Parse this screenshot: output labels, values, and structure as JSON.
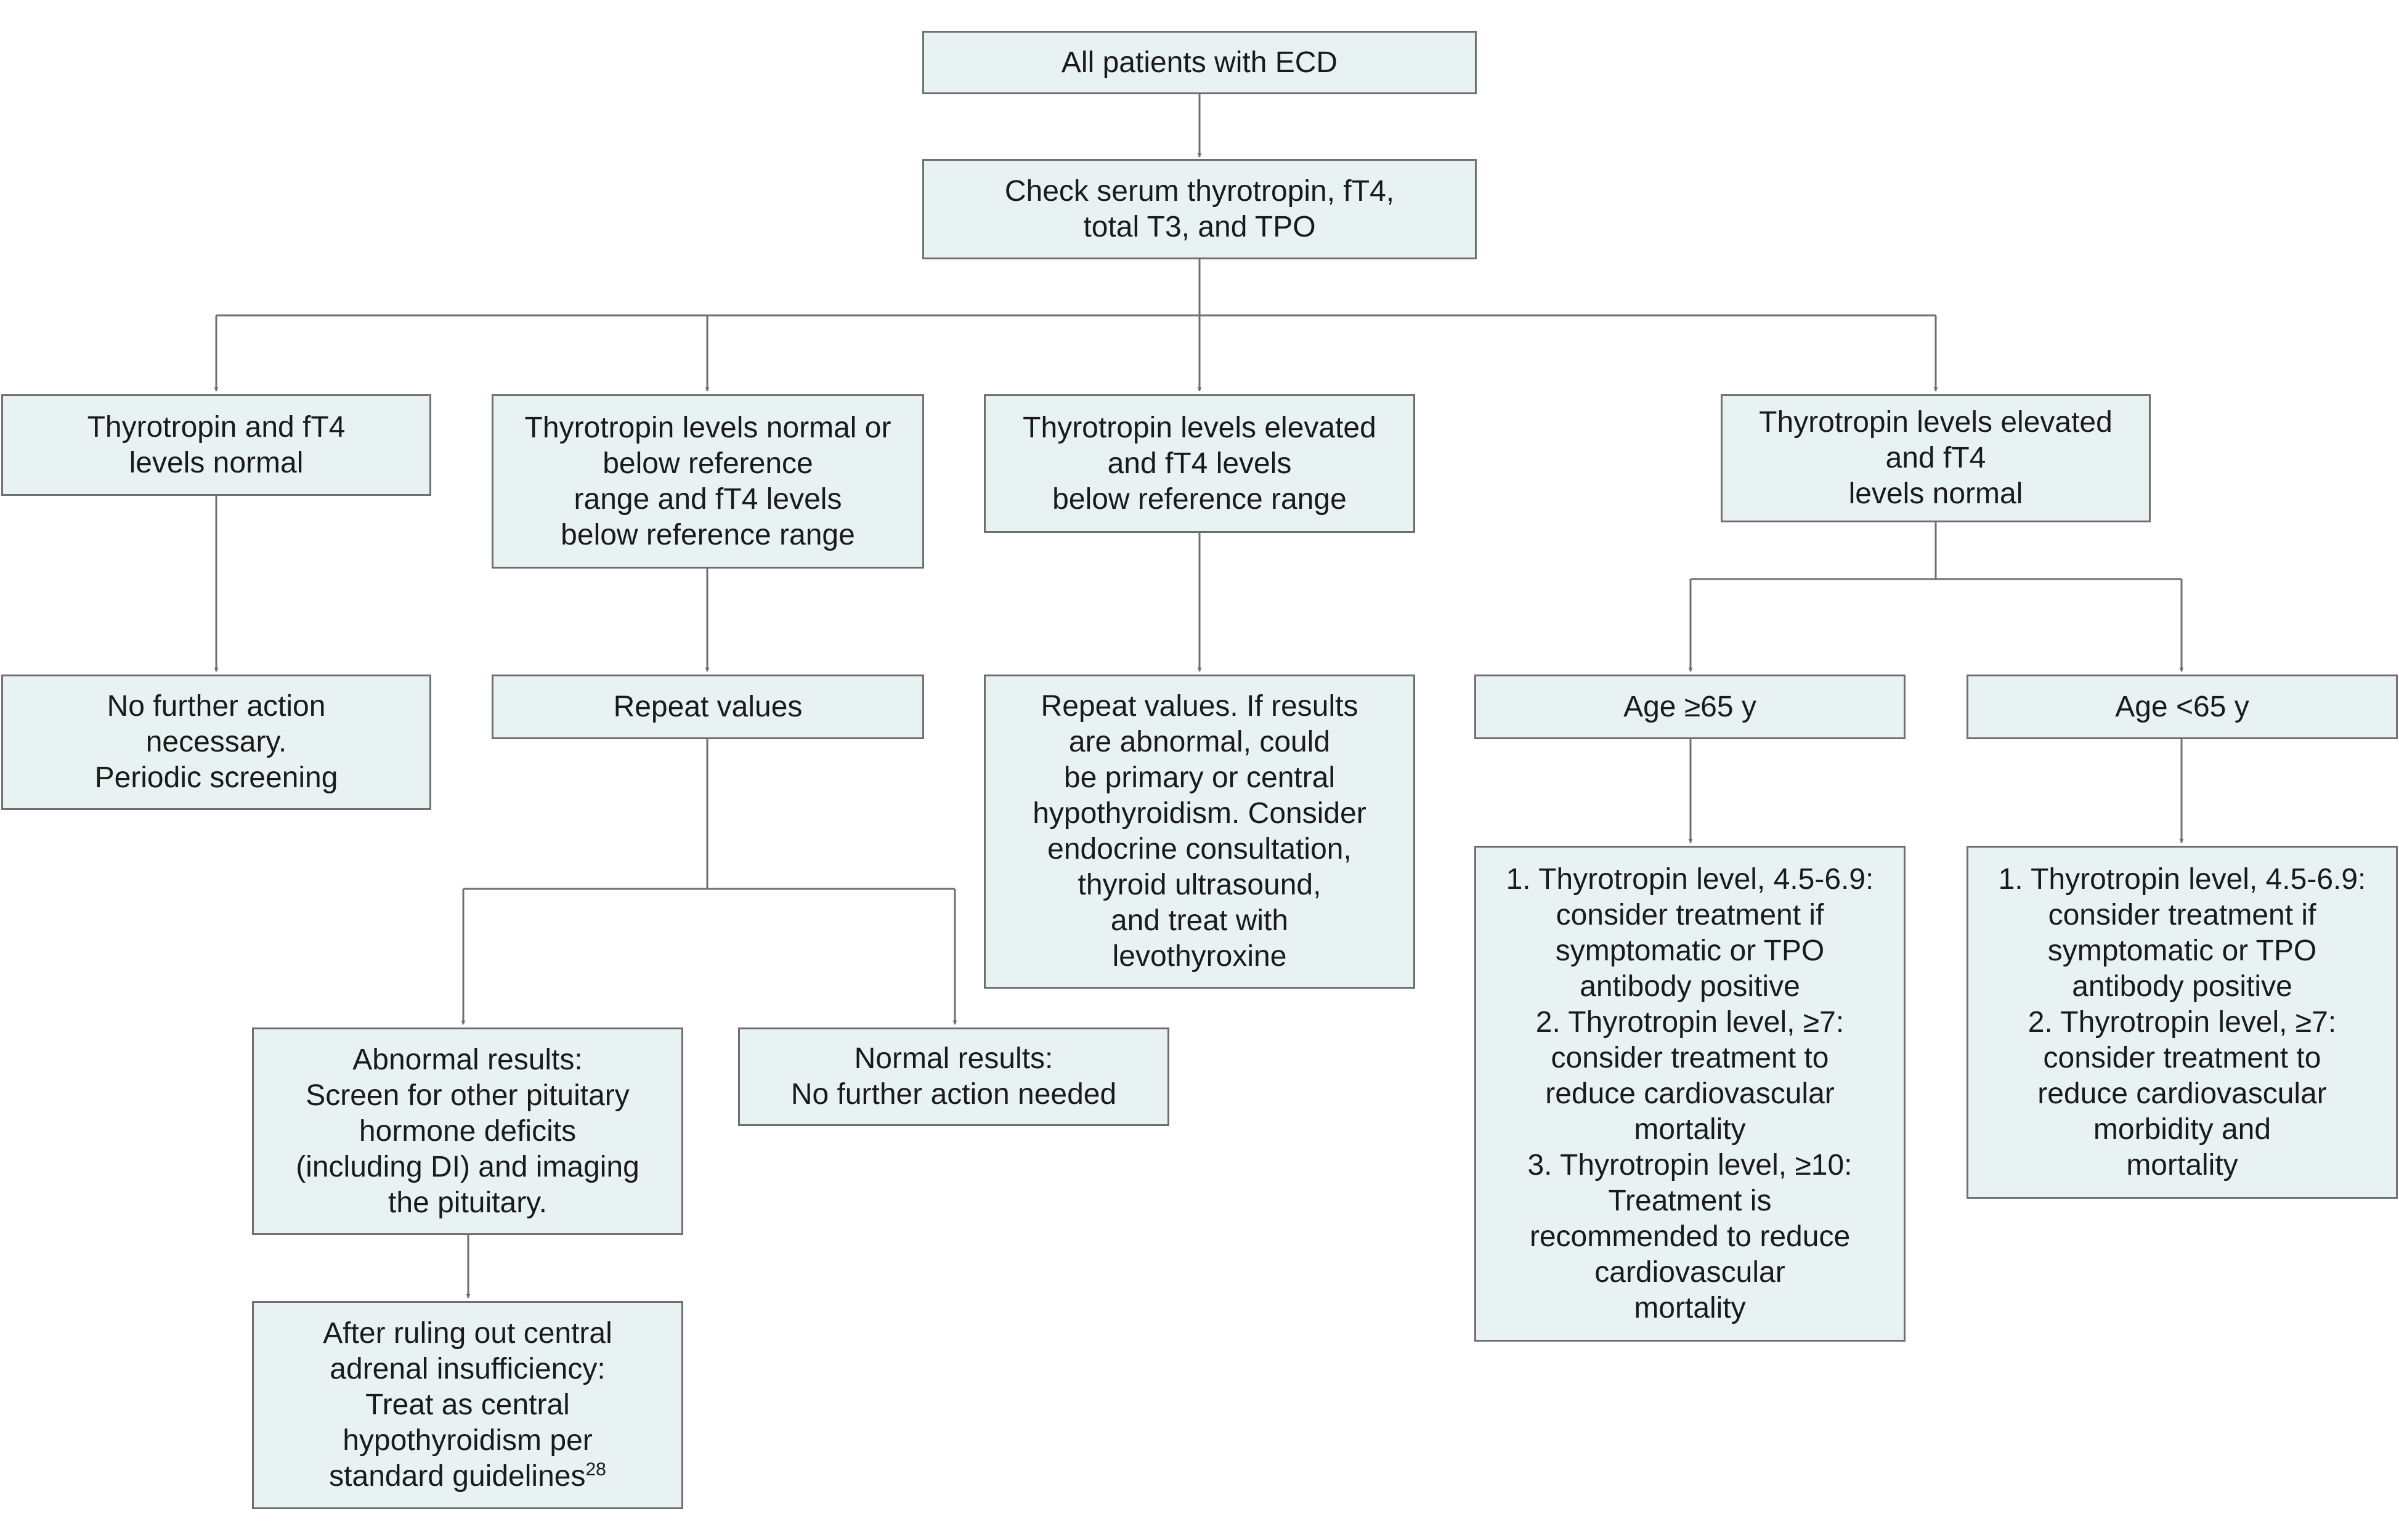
{
  "nodes": {
    "all_patients": {
      "lines": [
        "All patients with ECD"
      ]
    },
    "check_serum": {
      "lines": [
        "Check serum thyrotropin, fT4,",
        "total T3, and TPO"
      ]
    },
    "branch1": {
      "lines": [
        "Thyrotropin and fT4",
        "levels normal"
      ]
    },
    "branch2": {
      "lines": [
        "Thyrotropin levels normal or",
        "below reference",
        "range and fT4 levels",
        "below reference range"
      ]
    },
    "branch3": {
      "lines": [
        "Thyrotropin levels elevated",
        "and fT4 levels",
        "below reference range"
      ]
    },
    "branch4": {
      "lines": [
        "Thyrotropin levels elevated",
        "and fT4",
        "levels normal"
      ]
    },
    "no_further": {
      "lines": [
        "No further action",
        "necessary.",
        "Periodic screening"
      ]
    },
    "repeat_values": {
      "lines": [
        "Repeat values"
      ]
    },
    "repeat_abnormal": {
      "lines": [
        "Repeat values. If results",
        "are abnormal, could",
        "be primary or central",
        "hypothyroidism. Consider",
        "endocrine consultation,",
        "thyroid ultrasound,",
        "and treat with",
        "levothyroxine"
      ]
    },
    "age_65_plus": {
      "lines": [
        "Age ≥65 y"
      ]
    },
    "age_under_65": {
      "lines": [
        "Age <65 y"
      ]
    },
    "abnormal_results": {
      "lines": [
        "Abnormal results:",
        "Screen for other pituitary",
        "hormone deficits",
        "(including DI) and imaging",
        "the pituitary."
      ]
    },
    "normal_results": {
      "lines": [
        "Normal results:",
        "No further action needed"
      ]
    },
    "after_ruling": {
      "lines": [
        "After ruling out central",
        "adrenal insufficiency:",
        "Treat as central",
        "hypothyroidism per",
        "standard guidelines"
      ],
      "ref": "28"
    },
    "age65_plan": {
      "lines": [
        "1. Thyrotropin level, 4.5-6.9:",
        "consider treatment if",
        "symptomatic or TPO",
        "antibody positive",
        "2. Thyrotropin level, ≥7:",
        "consider treatment to",
        "reduce cardiovascular",
        "mortality",
        "3. Thyrotropin level, ≥10:",
        "Treatment is",
        "recommended to reduce",
        "cardiovascular",
        "mortality"
      ]
    },
    "under65_plan": {
      "lines": [
        "1. Thyrotropin level, 4.5-6.9:",
        "consider treatment if",
        "symptomatic or TPO",
        "antibody positive",
        "2. Thyrotropin level, ≥7:",
        "consider treatment to",
        "reduce cardiovascular",
        "morbidity and",
        "mortality"
      ]
    }
  },
  "colors": {
    "box_fill": "#e9f2f2",
    "box_border": "#6f6f6f",
    "connector": "#6f6f6f"
  }
}
